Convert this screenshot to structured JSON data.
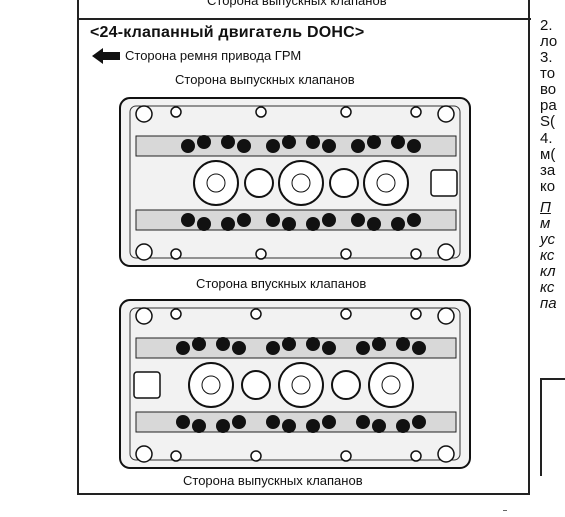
{
  "top_caption": "Сторона выпускных клапанов",
  "section": {
    "title": "<24-клапанный двигатель DOHC>",
    "arrow_label": "Сторона ремня привода ГРМ",
    "diagram1_top_label": "Сторона выпускных клапанов",
    "diagram1_bottom_label": "Сторона впускных клапанов",
    "diagram2_bottom_label": "Сторона выпускных клапанов"
  },
  "right_column": {
    "lines": [
      "2.",
      "ло",
      "3.",
      "то",
      "во",
      "ра",
      "S(",
      "4.",
      "м(",
      "за",
      "ко"
    ],
    "note_lines": [
      "П",
      "м",
      "ус",
      "кс",
      "кл",
      "кс",
      "па"
    ]
  },
  "icons": {
    "arrow": "left-arrow-icon"
  }
}
